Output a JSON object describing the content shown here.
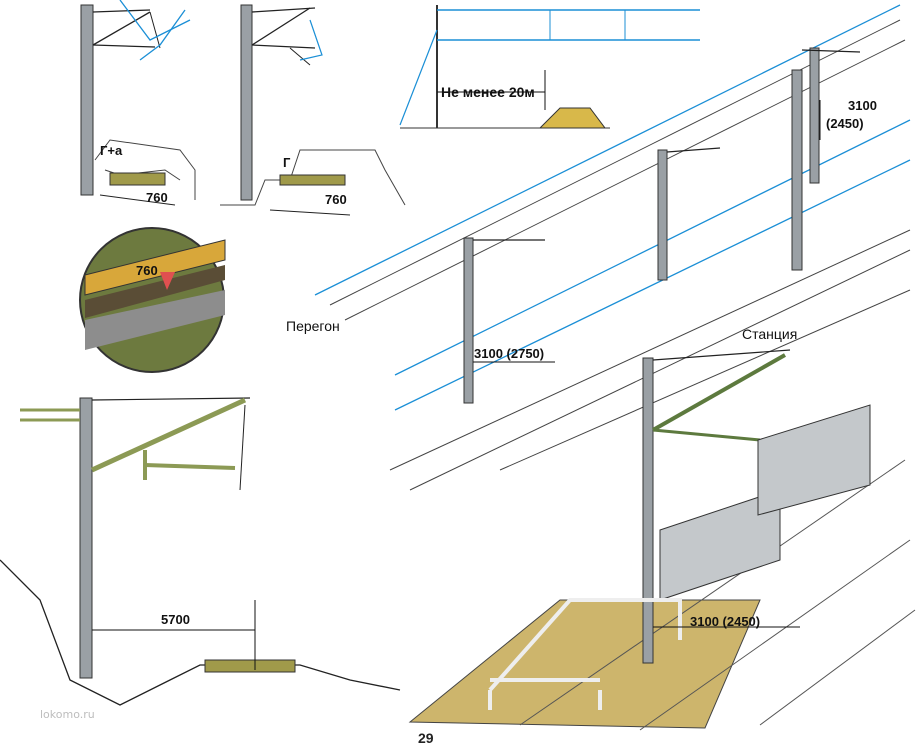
{
  "labels": {
    "g_plus_a": "Г+а",
    "g": "Г",
    "d760_a": "760",
    "d760_b": "760",
    "d760_magnifier": "760",
    "min20": "Не менее 20м",
    "d3100_2450_top": "3100",
    "d3100_2450_top_b": "(2450)",
    "peregon": "Перегон",
    "d3100_2750": "3100 (2750)",
    "stanciya": "Станция",
    "d5700": "5700",
    "d3100_2450_bottom": "3100 (2450)"
  },
  "footer": {
    "watermark": "lokomo.ru",
    "page_number": "29"
  },
  "colors": {
    "wire_blue": "#1b8fd6",
    "pole_gray": "#8a8f94",
    "olive": "#8c9a55",
    "ballast_yellow": "#d8b84a",
    "platform_tan": "#cdb56c",
    "black": "#111111"
  }
}
